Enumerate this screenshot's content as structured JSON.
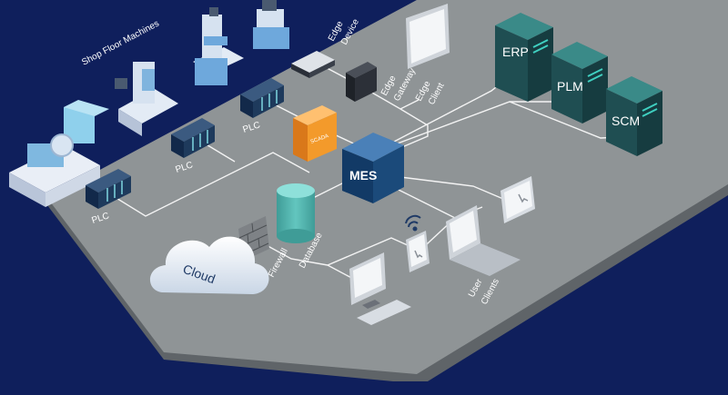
{
  "labels": {
    "shop_floor": "Shop Floor Machines",
    "edge_device": [
      "Edge",
      "Device"
    ],
    "edge_gateway": [
      "Edge",
      "Gateway"
    ],
    "edge_client": [
      "Edge",
      "Client"
    ],
    "plc": "PLC",
    "scada": "SCADA",
    "mes": "MES",
    "erp": "ERP",
    "plm": "PLM",
    "scm": "SCM",
    "cloud": "Cloud",
    "firewall": "Firewall",
    "database": "Database",
    "user_clients": [
      "User",
      "Clients"
    ]
  },
  "colors": {
    "background": "#0f1f5c",
    "platform": "#8f9496",
    "server": "#1f4e52",
    "server_accent": "#3fd0c0",
    "mes": "#1b4a7a",
    "scada": "#f39a2b",
    "database": "#5dbdb7",
    "plc": "#1e3a5c",
    "link": "#ffffff"
  }
}
